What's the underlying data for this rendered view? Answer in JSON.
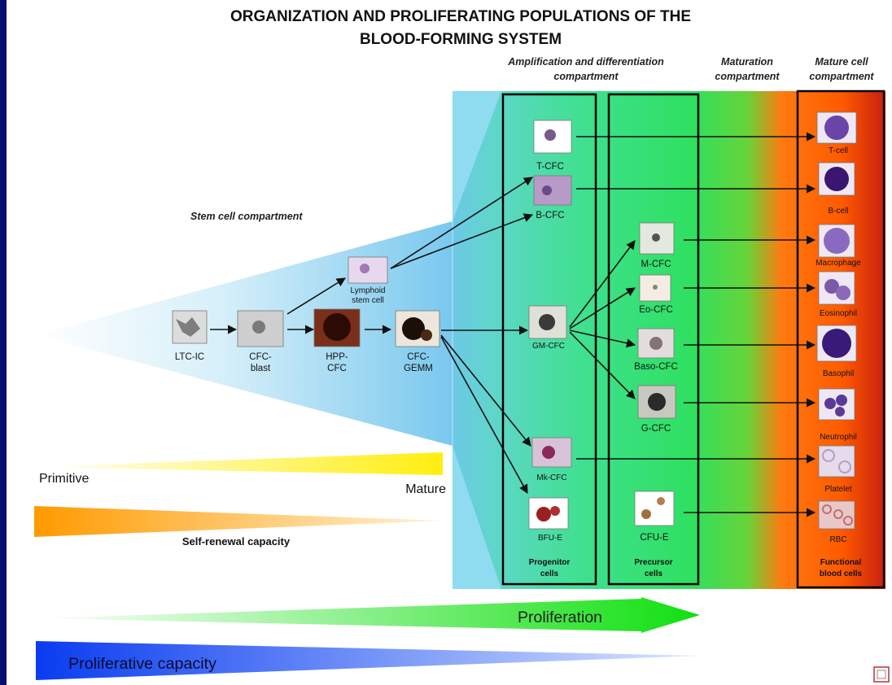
{
  "title": {
    "line1": "ORGANIZATION AND PROLIFERATING POPULATIONS OF THE",
    "line2": "BLOOD-FORMING SYSTEM"
  },
  "compartments": {
    "amplification_1": "Amplification and differentiation",
    "amplification_2": "compartment",
    "maturation_1": "Maturation",
    "maturation_2": "compartment",
    "mature_1": "Mature cell",
    "mature_2": "compartment",
    "stem": "Stem cell compartment"
  },
  "stem_cells": {
    "ltc_ic": "LTC-IC",
    "cfc_blast_1": "CFC-",
    "cfc_blast_2": "blast",
    "hpp_cfc_1": "HPP-",
    "hpp_cfc_2": "CFC",
    "cfc_gemm_1": "CFC-",
    "cfc_gemm_2": "GEMM",
    "lymphoid_1": "Lymphoid",
    "lymphoid_2": "stem cell"
  },
  "progenitors": {
    "t_cfc": "T-CFC",
    "b_cfc": "B-CFC",
    "gm_cfc": "GM-CFC",
    "mk_cfc": "Mk-CFC",
    "bfu_e": "BFU-E",
    "box_1": "Progenitor",
    "box_2": "cells"
  },
  "precursors": {
    "m_cfc": "M-CFC",
    "eo_cfc": "Eo-CFC",
    "baso_cfc": "Baso-CFC",
    "g_cfc": "G-CFC",
    "cfu_e": "CFU-E",
    "box_1": "Precursor",
    "box_2": "cells"
  },
  "mature_cells": {
    "t_cell": "T-cell",
    "b_cell": "B-cell",
    "macrophage": "Macrophage",
    "eosinophil": "Eosinophil",
    "basophil": "Basophil",
    "neutrophil": "Neutrophil",
    "platelet": "Platelet",
    "rbc": "RBC",
    "box_1": "Functional",
    "box_2": "blood cells"
  },
  "gradients": {
    "primitive": "Primitive",
    "mature": "Mature",
    "self_renewal": "Self-renewal capacity",
    "proliferation": "Proliferation",
    "proliferative_capacity": "Proliferative capacity"
  },
  "colors": {
    "background": "#0b0f6e",
    "stem_cone": "#8fd3ef",
    "progenitor_green": "#33e07a",
    "maturation_orange": "#ff5a00",
    "mature_red": "#d82410",
    "yellow_bar": "#ffee22",
    "orange_bar": "#ff8c00",
    "green_bar": "#22dd22",
    "blue_bar": "#1133ee"
  }
}
